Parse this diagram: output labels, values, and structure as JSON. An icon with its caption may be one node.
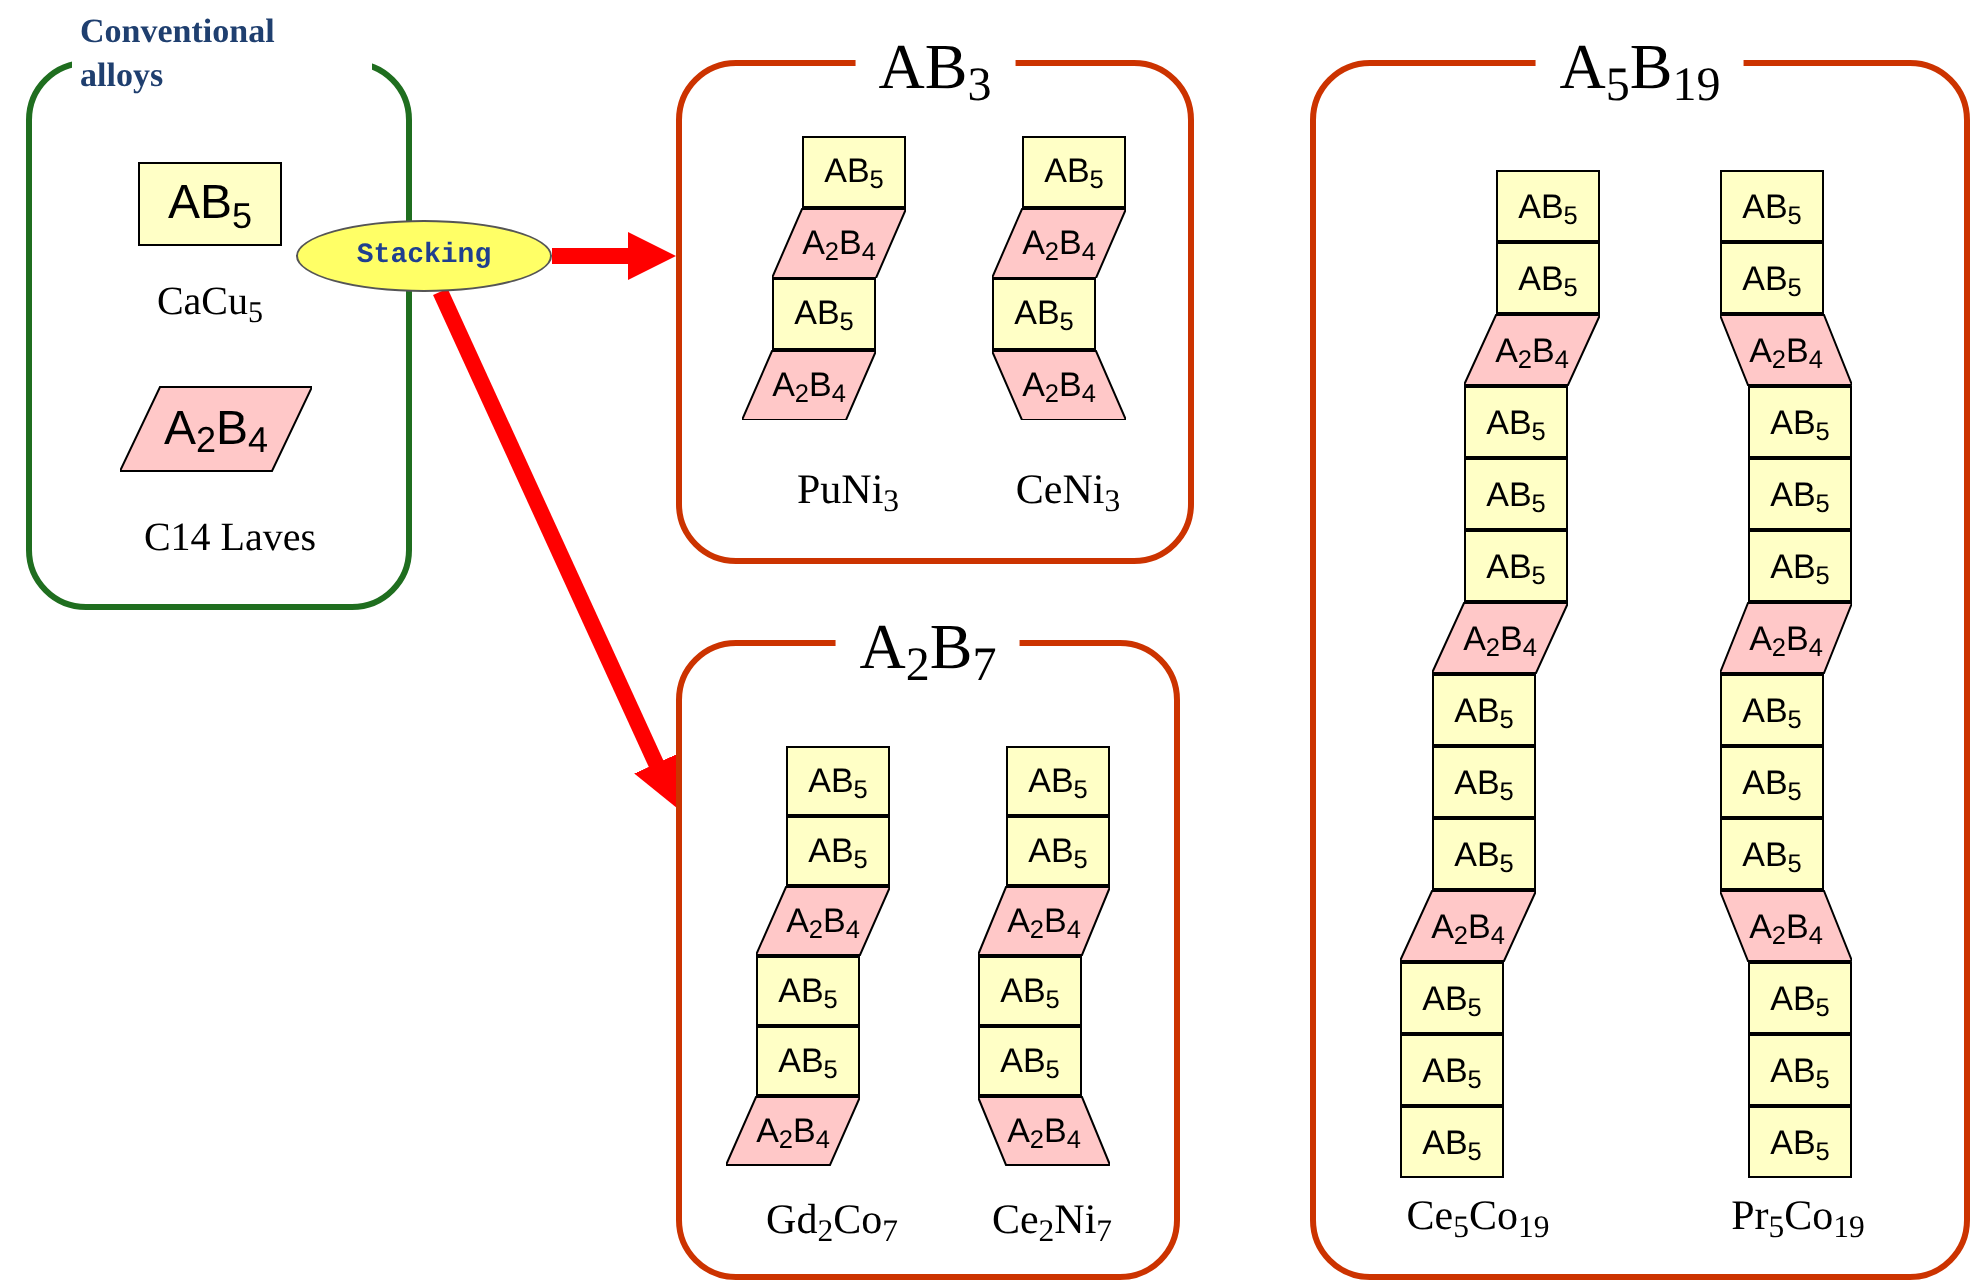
{
  "diagram": {
    "nodes": [
      {
        "text": [
          "Conventional alloys"
        ]
      },
      {
        "text": [
          "AB$_{5}$"
        ],
        "in": 0,
        "beside": [
          "CaCu$_{5}$"
        ]
      },
      {
        "text": [
          "A$_{2}$B$_{4}$"
        ],
        "in": 0,
        "beside": [
          "C14 Laves"
        ]
      },
      {
        "text": [
          "Stacking"
        ]
      },
      {
        "text": [
          "AB$_{3}$"
        ]
      },
      {
        "text": [
          "AB$_{5}$"
        ],
        "in": 4
      },
      {
        "text": [
          "A$_{2}$B$_{4}$"
        ],
        "in": 4
      },
      {
        "text": [
          "AB$_{5}$"
        ],
        "in": 4
      },
      {
        "text": [
          "A$_{2}$B$_{4}$"
        ],
        "in": 4
      },
      {
        "text": [
          "AB$_{5}$"
        ],
        "in": 4
      },
      {
        "text": [
          "A$_{2}$B$_{4}$"
        ],
        "in": 4
      },
      {
        "text": [
          "AB$_{5}$"
        ],
        "in": 4
      },
      {
        "text": [
          "A$_{2}$B$_{4}$"
        ],
        "in": 4
      },
      {
        "text": [
          "A$_{2}$B$_{7}$"
        ]
      },
      {
        "text": [
          "AB$_{5}$"
        ],
        "in": 13
      },
      {
        "text": [
          "AB$_{5}$"
        ],
        "in": 13
      },
      {
        "text": [
          "A$_{2}$B$_{4}$"
        ],
        "in": 13
      },
      {
        "text": [
          "AB$_{5}$"
        ],
        "in": 13
      },
      {
        "text": [
          "AB$_{5}$"
        ],
        "in": 13
      },
      {
        "text": [
          "A$_{2}$B$_{4}$"
        ],
        "in": 13
      },
      {
        "text": [
          "AB$_{5}$"
        ],
        "in": 13
      },
      {
        "text": [
          "AB$_{5}$"
        ],
        "in": 13
      },
      {
        "text": [
          "A$_{2}$B$_{4}$"
        ],
        "in": 13
      },
      {
        "text": [
          "AB$_{5}$"
        ],
        "in": 13
      },
      {
        "text": [
          "AB$_{5}$"
        ],
        "in": 13
      },
      {
        "text": [
          "A$_{2}$B$_{4}$"
        ],
        "in": 13
      },
      {
        "text": [
          "A$_{5}$B$_{19}$"
        ]
      },
      {
        "text": [
          "AB$_{5}$"
        ],
        "in": 26
      },
      {
        "text": [
          "AB$_{5}$"
        ],
        "in": 26
      },
      {
        "text": [
          "A$_{2}$B$_{4}$"
        ],
        "in": 26
      },
      {
        "text": [
          "AB$_{5}$"
        ],
        "in": 26
      },
      {
        "text": [
          "AB$_{5}$"
        ],
        "in": 26
      },
      {
        "text": [
          "AB$_{5}$"
        ],
        "in": 26
      },
      {
        "text": [
          "A$_{2}$B$_{4}$"
        ],
        "in": 26
      },
      {
        "text": [
          "AB$_{5}$"
        ],
        "in": 26
      },
      {
        "text": [
          "AB$_{5}$"
        ],
        "in": 26
      },
      {
        "text": [
          "AB$_{5}$"
        ],
        "in": 26
      },
      {
        "text": [
          "A$_{2}$B$_{4}$"
        ],
        "in": 26
      },
      {
        "text": [
          "AB$_{5}$"
        ],
        "in": 26
      },
      {
        "text": [
          "AB$_{5}$"
        ],
        "in": 26
      },
      {
        "text": [
          "AB$_{5}$"
        ],
        "in": 26
      },
      {
        "text": [
          "AB$_{5}$"
        ],
        "in": 26
      },
      {
        "text": [
          "AB$_{5}$"
        ],
        "in": 26
      },
      {
        "text": [
          "A$_{2}$B$_{4}$"
        ],
        "in": 26
      },
      {
        "text": [
          "AB$_{5}$"
        ],
        "in": 26
      },
      {
        "text": [
          "AB$_{5}$"
        ],
        "in": 26
      },
      {
        "text": [
          "AB$_{5}$"
        ],
        "in": 26
      },
      {
        "text": [
          "A$_{2}$B$_{4}$"
        ],
        "in": 26
      },
      {
        "text": [
          "AB$_{5}$"
        ],
        "in": 26
      },
      {
        "text": [
          "AB$_{5}$"
        ],
        "in": 26
      },
      {
        "text": [
          "AB$_{5}$"
        ],
        "in": 26
      },
      {
        "text": [
          "A$_{2}$B$_{4}$"
        ],
        "in": 26
      },
      {
        "text": [
          "AB$_{5}$"
        ],
        "in": 26
      },
      {
        "text": [
          "AB$_{5}$"
        ],
        "in": 26
      },
      {
        "text": [
          "AB$_{5}$"
        ],
        "in": 26
      }
    ],
    "edges": [
      {
        "from": 3,
        "to": 4,
        "arrow": "to",
        "color": "#ff0000"
      },
      {
        "from": 3,
        "to": 13,
        "arrow": "to",
        "color": "#ff0000"
      }
    ],
    "labels": [
      "PuNi$_{3}$",
      "CeNi$_{3}$",
      "Gd$_{2}$Co$_{7}$",
      "Ce$_{2}$Ni$_{7}$",
      "Ce$_{5}$Co$_{19}$",
      "Pr$_{5}$Co$_{19}$"
    ]
  }
}
